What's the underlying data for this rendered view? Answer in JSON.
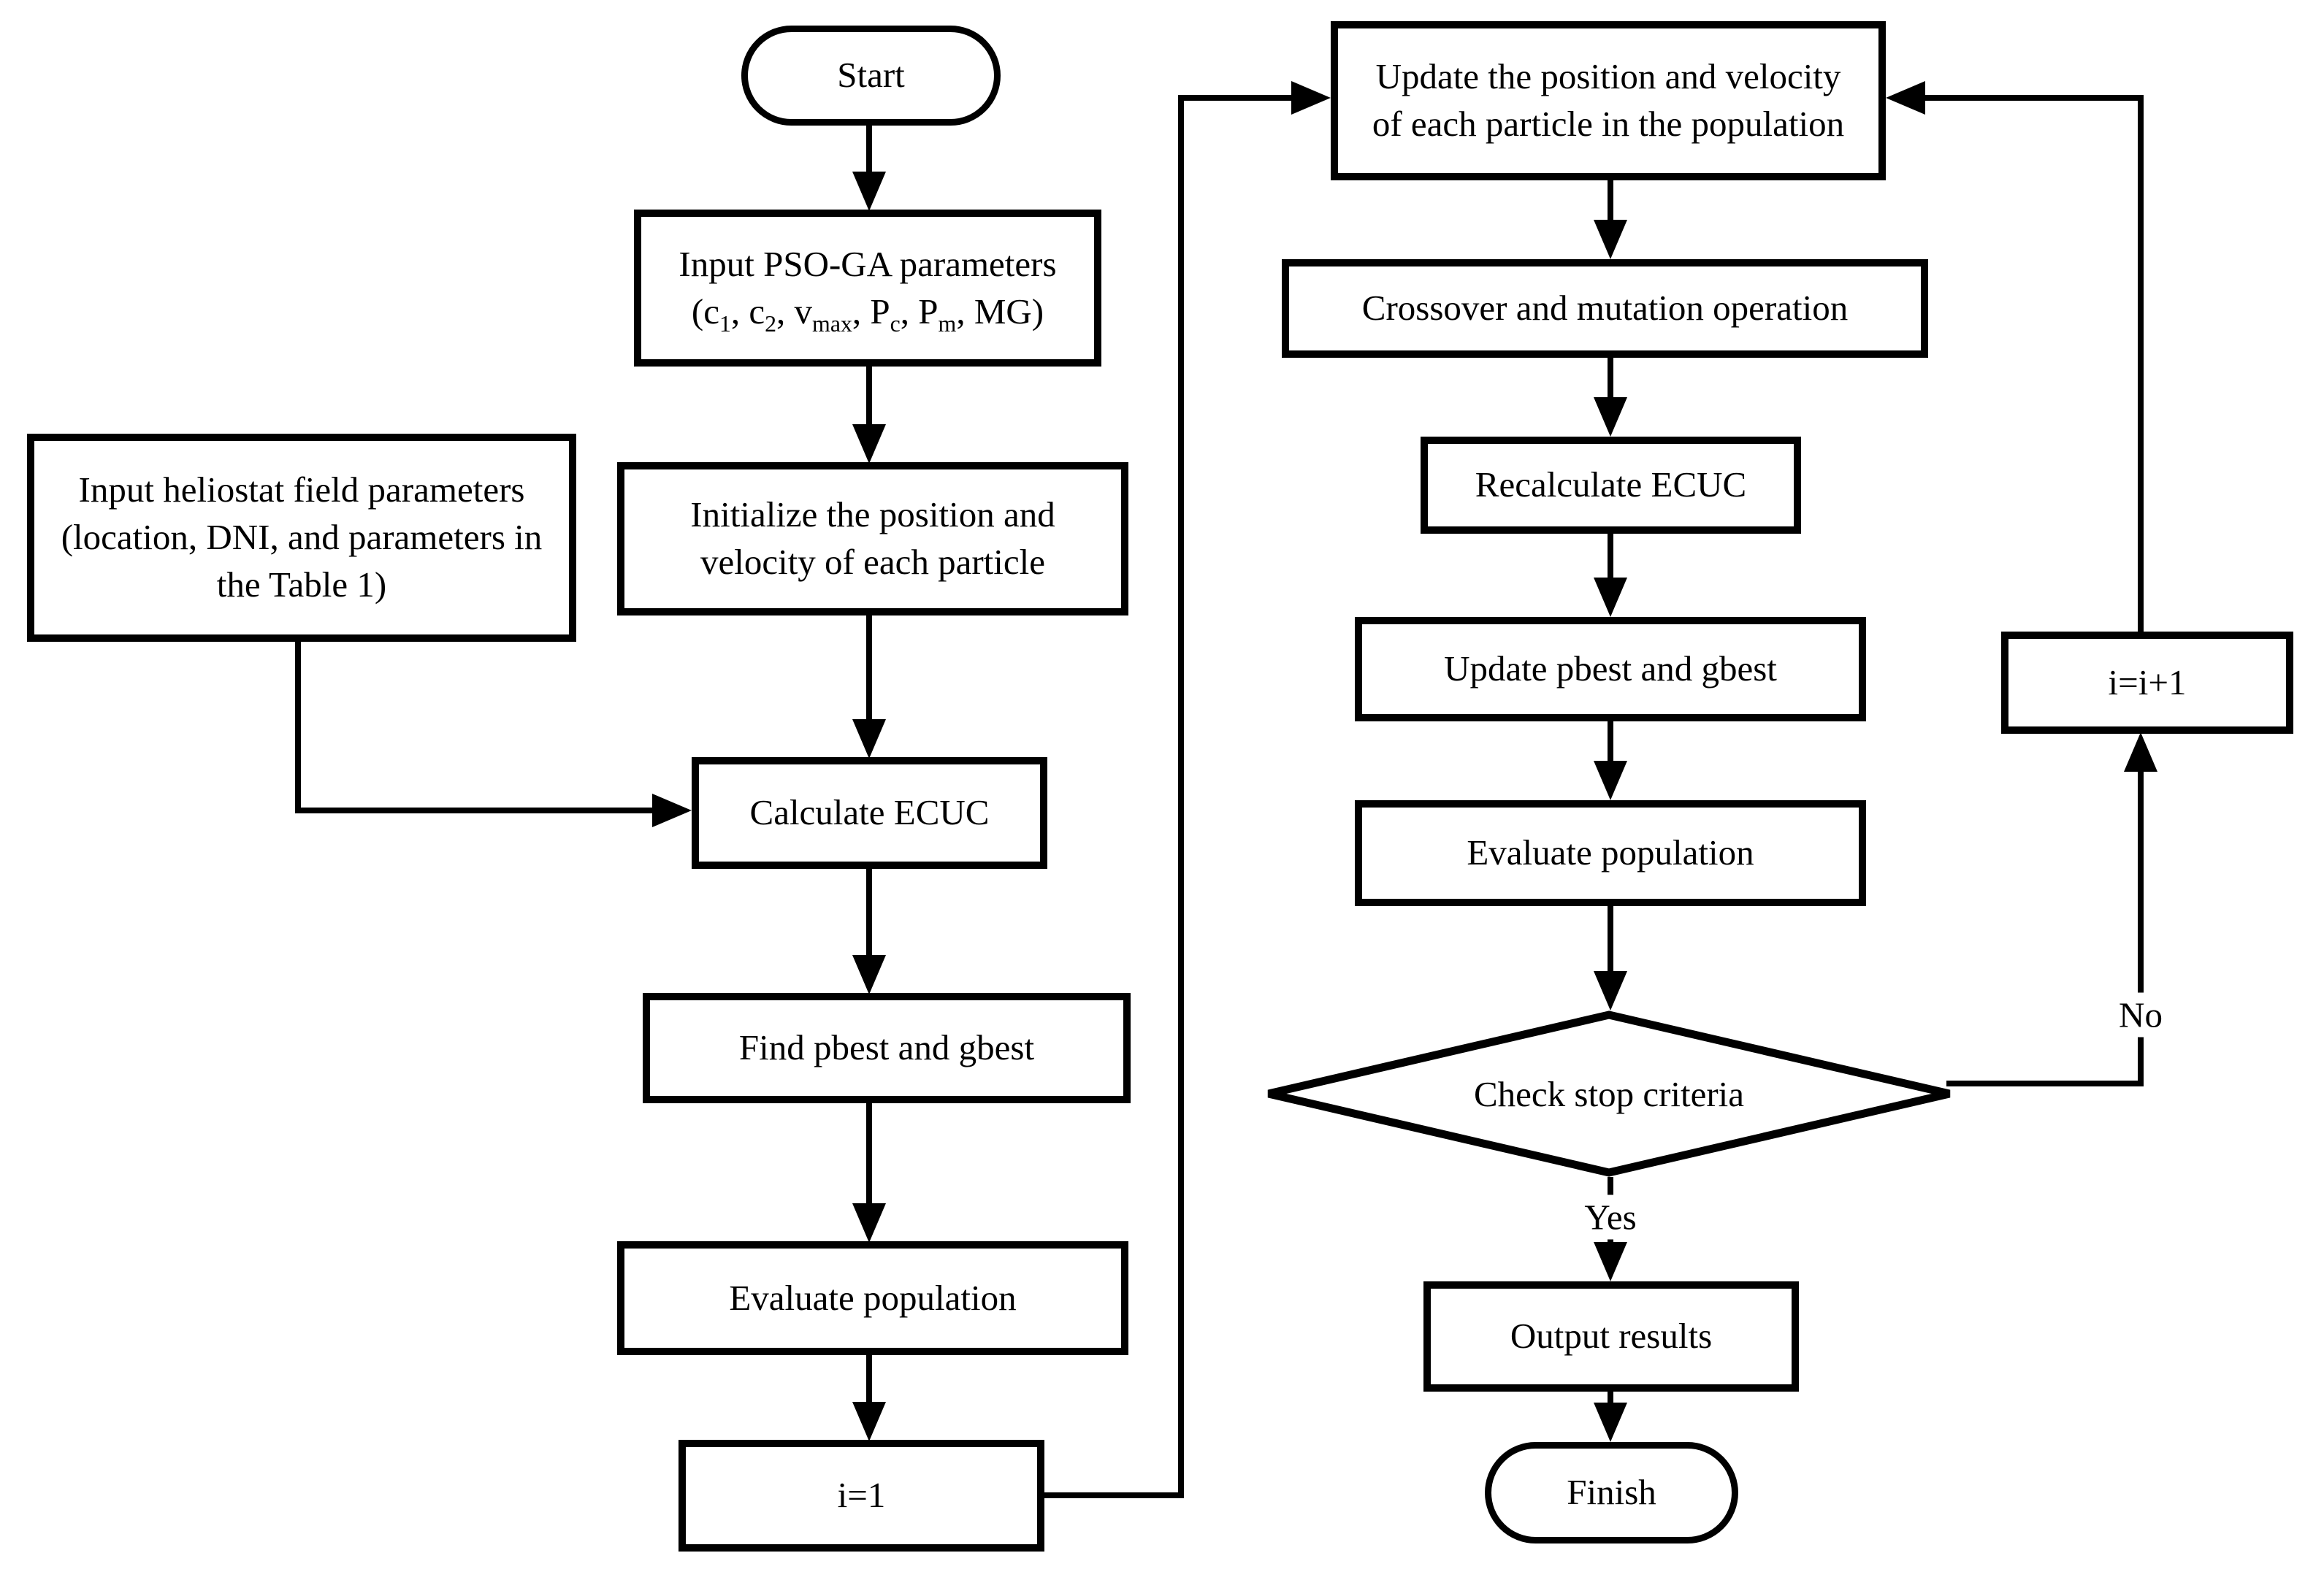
{
  "colors": {
    "stroke": "#000000",
    "background": "#ffffff"
  },
  "nodes": {
    "start": {
      "label": "Start"
    },
    "input_pso": {
      "line1": "Input PSO-GA parameters",
      "params": {
        "p1": "(c",
        "s1": "1",
        "p2": ", c",
        "s2": "2",
        "p3": ", v",
        "s3": "max",
        "p4": ", P",
        "s4": "c",
        "p5": ", P",
        "s5": "m",
        "p6": ", MG)"
      }
    },
    "initialize": {
      "label": "Initialize the position and\nvelocity of each particle"
    },
    "input_heliostat": {
      "label": "Input heliostat field parameters\n(location, DNI, and parameters in\nthe Table 1)"
    },
    "calculate_ecuc": {
      "label": "Calculate ECUC"
    },
    "find_best": {
      "label": "Find pbest and gbest"
    },
    "evaluate_population_1": {
      "label": "Evaluate population"
    },
    "iter_init": {
      "label": "i=1"
    },
    "update_particles": {
      "label": "Update the position and velocity\nof each particle in the population"
    },
    "crossover": {
      "label": "Crossover and mutation operation"
    },
    "recalculate_ecuc": {
      "label": "Recalculate ECUC"
    },
    "update_best": {
      "label": "Update pbest and gbest"
    },
    "evaluate_population_2": {
      "label": "Evaluate population"
    },
    "check_stop": {
      "label": "Check stop criteria"
    },
    "output_results": {
      "label": "Output results"
    },
    "finish": {
      "label": "Finish"
    },
    "iter_increment": {
      "label": "i=i+1"
    }
  },
  "edge_labels": {
    "yes": "Yes",
    "no": "No"
  }
}
